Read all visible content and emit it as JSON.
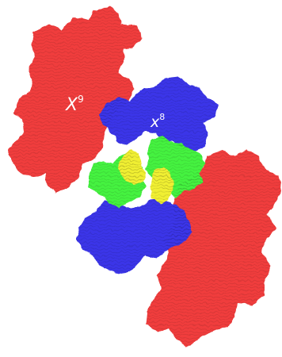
{
  "labels": {
    "big": {
      "base": "X",
      "exp": "9"
    },
    "small": {
      "base": "x",
      "exp": "8"
    }
  },
  "colors": {
    "red": "#f03c3c",
    "blue": "#3a36e8",
    "green": "#45f23f",
    "yellow": "#f0ef32",
    "background": "#ffffff",
    "label": "#ffffff"
  },
  "texture": "dense-wavy-stripes"
}
